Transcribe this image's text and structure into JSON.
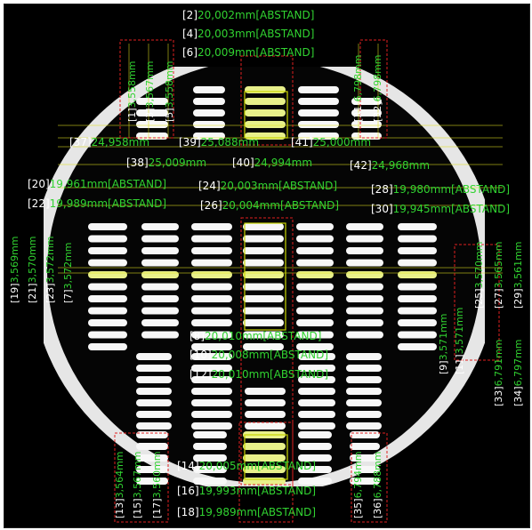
{
  "measurements": {
    "m1": {
      "idx": "[1]",
      "val": "3,558mm"
    },
    "m2": {
      "idx": "[2]",
      "val": "20,002mm[ABSTAND]"
    },
    "m3": {
      "idx": "[3]",
      "val": "3,567mm"
    },
    "m4": {
      "idx": "[4]",
      "val": "20,003mm[ABSTAND]"
    },
    "m5": {
      "idx": "[5]",
      "val": "3,558mm"
    },
    "m6": {
      "idx": "[6]",
      "val": "20,009mm[ABSTAND]"
    },
    "m7": {
      "idx": "[7]",
      "val": "3,572mm"
    },
    "m8": {
      "idx": "[8]",
      "val": "20,010mm[ABSTAND]"
    },
    "m9": {
      "idx": "[9]",
      "val": "3,571mm"
    },
    "m10": {
      "idx": "[10]",
      "val": "20,008mm[ABSTAND]"
    },
    "m11": {
      "idx": "[11]",
      "val": "3,571mm"
    },
    "m12": {
      "idx": "[12]",
      "val": "20,010mm[ABSTAND]"
    },
    "m13": {
      "idx": "[13]",
      "val": "3,564mm"
    },
    "m14": {
      "idx": "[14]",
      "val": "20,005mm[ABSTAND]"
    },
    "m15": {
      "idx": "[15]",
      "val": "3,567mm"
    },
    "m16": {
      "idx": "[16]",
      "val": "19,993mm[ABSTAND]"
    },
    "m17": {
      "idx": "[17]",
      "val": "3,560mm"
    },
    "m18": {
      "idx": "[18]",
      "val": "19,989mm[ABSTAND]"
    },
    "m19": {
      "idx": "[19]",
      "val": "3,569mm"
    },
    "m20": {
      "idx": "[20]",
      "val": "19,961mm[ABSTAND]"
    },
    "m21": {
      "idx": "[21]",
      "val": "3,570mm"
    },
    "m22": {
      "idx": "[22]",
      "val": "19,989mm[ABSTAND]"
    },
    "m23": {
      "idx": "[23]",
      "val": "3,572mm"
    },
    "m24": {
      "idx": "[24]",
      "val": "20,003mm[ABSTAND]"
    },
    "m25": {
      "idx": "[25]",
      "val": "3,570mm"
    },
    "m26": {
      "idx": "[26]",
      "val": "20,004mm[ABSTAND]"
    },
    "m27": {
      "idx": "[27]",
      "val": "3,565mm"
    },
    "m28": {
      "idx": "[28]",
      "val": "19,980mm[ABSTAND]"
    },
    "m29": {
      "idx": "[29]",
      "val": "3,561mm"
    },
    "m30": {
      "idx": "[30]",
      "val": "19,945mm[ABSTAND]"
    },
    "m31": {
      "idx": "[31]",
      "val": "6,798mm"
    },
    "m32": {
      "idx": "[32]",
      "val": "6,798mm"
    },
    "m33": {
      "idx": "[33]",
      "val": "6,791mm"
    },
    "m34": {
      "idx": "[34]",
      "val": "6,797mm"
    },
    "m35": {
      "idx": "[35]",
      "val": "6,794mm"
    },
    "m36": {
      "idx": "[36]",
      "val": "6,788mm"
    },
    "m37": {
      "idx": "[37]",
      "val": "24,958mm"
    },
    "m38": {
      "idx": "[38]",
      "val": "25,009mm"
    },
    "m39": {
      "idx": "[39]",
      "val": "25,088mm"
    },
    "m40": {
      "idx": "[40]",
      "val": "24,994mm"
    },
    "m41": {
      "idx": "[41]",
      "val": "25,000mm"
    },
    "m42": {
      "idx": "[42]",
      "val": "24,968mm"
    }
  },
  "colors": {
    "background": "#000000",
    "part_light": "#e6e6e6",
    "slot_fill": "#f7f7f7",
    "measure_line": "#e0e020",
    "highlight_slot": "#e8f08a",
    "value_text": "#31d331",
    "index_text": "#ffffff",
    "roi_box": "#e02020",
    "tool_box": "#c8d400"
  }
}
